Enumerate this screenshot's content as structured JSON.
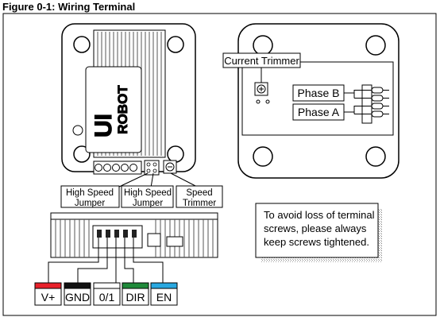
{
  "figure_title": "Figure 0-1:  Wiring Terminal",
  "logo_text": {
    "line1": "UI",
    "line2": "ROBOT"
  },
  "labels": {
    "current_trimmer": "Current Trimmer",
    "phase_b": "Phase B",
    "phase_a": "Phase A",
    "high_speed_1_line1": "High Speed",
    "high_speed_1_line2": "Jumper",
    "high_speed_2_line1": "High Speed",
    "high_speed_2_line2": "Jumper",
    "speed_trimmer_line1": "Speed",
    "speed_trimmer_line2": "Trimmer"
  },
  "note": {
    "line1": "To avoid loss of terminal",
    "line2": "screws, please always",
    "line3": "keep screws tightened."
  },
  "terminals": [
    {
      "label": "V+",
      "color": "#e8202a"
    },
    {
      "label": "GND",
      "color": "#111111"
    },
    {
      "label": "0/1",
      "color": "#ffffff"
    },
    {
      "label": "DIR",
      "color": "#1f8a3a"
    },
    {
      "label": "EN",
      "color": "#29a8e0"
    }
  ]
}
